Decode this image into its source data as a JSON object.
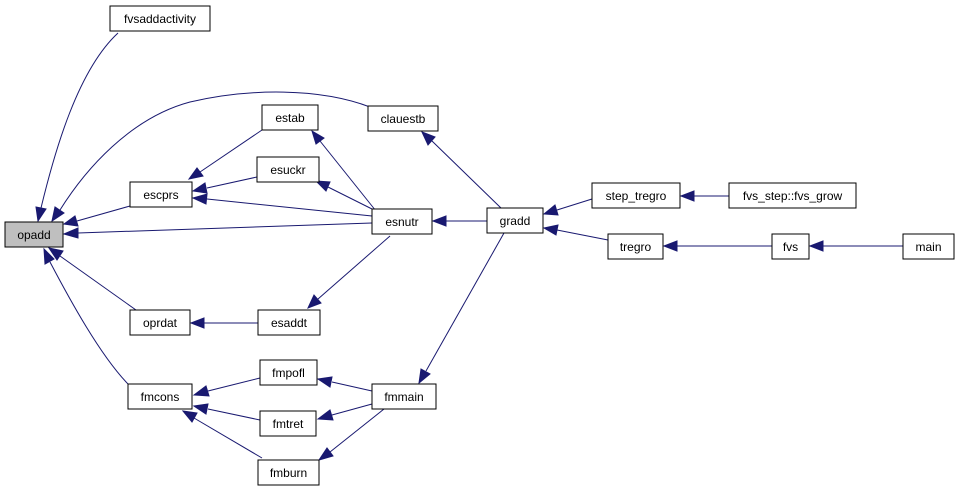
{
  "diagram": {
    "nodes": {
      "opadd": "opadd",
      "fvsaddactivity": "fvsaddactivity",
      "escprs": "escprs",
      "estab": "estab",
      "esuckr": "esuckr",
      "clauestb": "clauestb",
      "esnutr": "esnutr",
      "gradd": "gradd",
      "step_tregro": "step_tregro",
      "fvs_step_fvs_grow": "fvs_step::fvs_grow",
      "tregro": "tregro",
      "fvs": "fvs",
      "main": "main",
      "oprdat": "oprdat",
      "esaddt": "esaddt",
      "fmcons": "fmcons",
      "fmpofl": "fmpofl",
      "fmtret": "fmtret",
      "fmburn": "fmburn",
      "fmmain": "fmmain"
    },
    "current": "opadd"
  }
}
